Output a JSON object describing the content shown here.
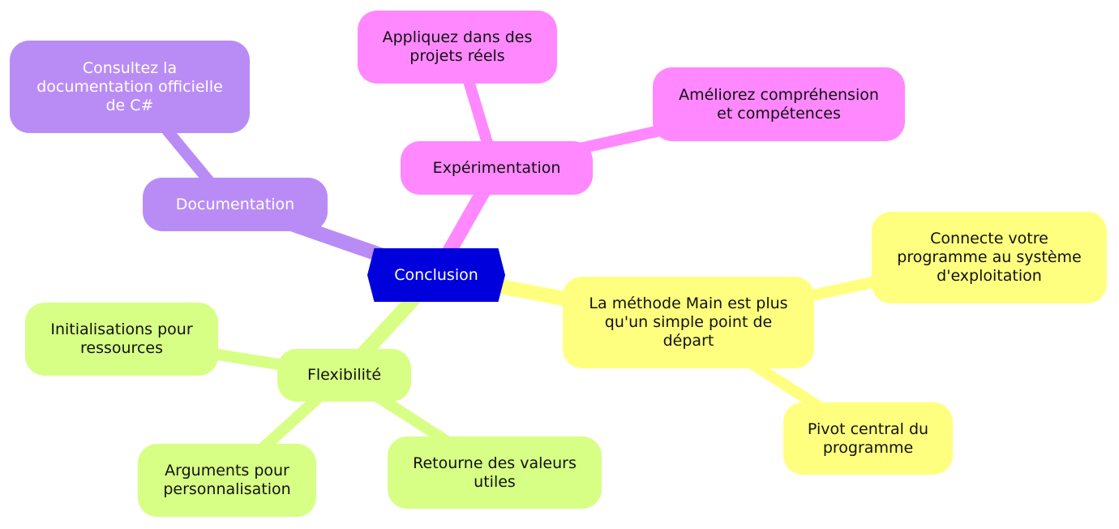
{
  "colors": {
    "center": "#0000dd",
    "documentation": "#b98cf5",
    "experimentation": "#ff88ff",
    "main_method": "#ffff7f",
    "flexibility": "#d7ff85"
  },
  "center": {
    "label": "Conclusion"
  },
  "documentation": {
    "label": "Documentation",
    "children": [
      "Consultez la\ndocumentation officielle\nde C#"
    ]
  },
  "experimentation": {
    "label": "Expérimentation",
    "children": [
      "Appliquez dans des\nprojets réels",
      "Améliorez compréhension\net compétences"
    ]
  },
  "main_method": {
    "label": "La méthode Main est plus\nqu'un simple point de\ndépart",
    "children": [
      "Connecte votre\nprogramme au système\nd'exploitation",
      "Pivot central du\nprogramme"
    ]
  },
  "flexibility": {
    "label": "Flexibilité",
    "children": [
      "Initialisations pour\nressources",
      "Arguments pour\npersonnalisation",
      "Retourne des valeurs\nutiles"
    ]
  }
}
